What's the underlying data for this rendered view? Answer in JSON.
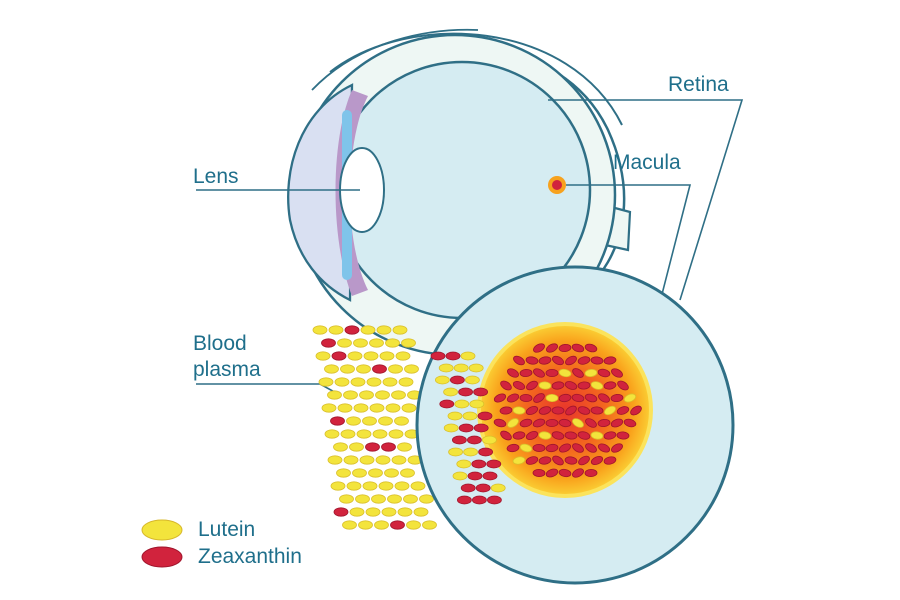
{
  "labels": {
    "retina": "Retina",
    "macula": "Macula",
    "lens": "Lens",
    "blood_line1": "Blood",
    "blood_line2": "plasma"
  },
  "legend": [
    {
      "name": "Lutein",
      "color": "#f3e43c"
    },
    {
      "name": "Zeaxanthin",
      "color": "#d1233d"
    }
  ],
  "colors": {
    "label_text": "#1f6f8b",
    "outline": "#2f6f86",
    "eyeball_fill": "#d5ecf2",
    "sclera_band": "#eef7f4",
    "cornea": "#d9e0f2",
    "iris_purple": "#b998c9",
    "lens_blue": "#7fc4ea",
    "macula_glow": "#f7a21e",
    "macula_dot": "#d1233d"
  }
}
